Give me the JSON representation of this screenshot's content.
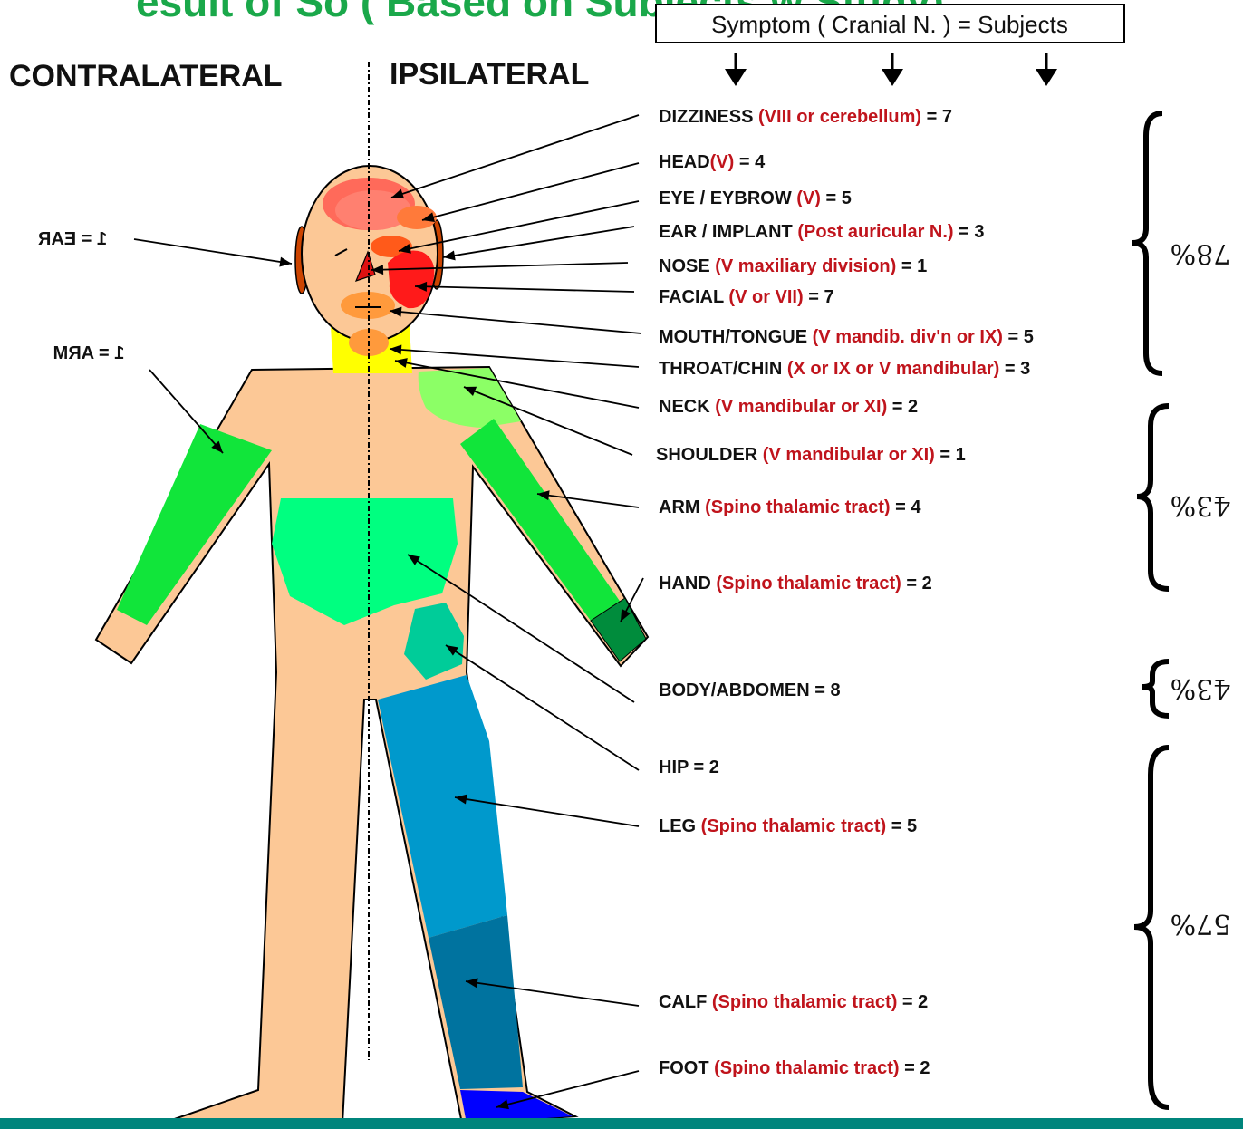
{
  "title_fragment": "esult of So ( Based on Subjects w  Study)",
  "legend_box": "Symptom ( Cranial N. ) =  Subjects",
  "sides": {
    "contralateral": "CONTRALATERAL",
    "ipsilateral": "IPSILATERAL"
  },
  "mirrored_labels": {
    "ear": "1 = EAR",
    "arm": "1 = ARM"
  },
  "labels": [
    {
      "name": "DIZZINESS",
      "nerve": "(VIII or cerebellum)",
      "count": "= 7"
    },
    {
      "name": "HEAD",
      "nerve": "(V)",
      "count": "= 4"
    },
    {
      "name": "EYE / EYBROW",
      "nerve": "(V)",
      "count": "= 5"
    },
    {
      "name": "EAR / IMPLANT",
      "nerve": "(Post auricular N.)",
      "count": "= 3"
    },
    {
      "name": "NOSE",
      "nerve": "(V maxiliary division)",
      "count": "= 1"
    },
    {
      "name": "FACIAL",
      "nerve": "(V or VII)",
      "count": "= 7"
    },
    {
      "name": "MOUTH/TONGUE",
      "nerve": "(V mandib. div'n or IX)",
      "count": "= 5"
    },
    {
      "name": "THROAT/CHIN",
      "nerve": "(X or IX or V mandibular)",
      "count": "= 3"
    },
    {
      "name": "NECK",
      "nerve": "(V mandibular or XI)",
      "count": "= 2"
    },
    {
      "name": "SHOULDER",
      "nerve": "(V mandibular or XI)",
      "count": "= 1"
    },
    {
      "name": "ARM",
      "nerve": "(Spino thalamic tract)",
      "count": "=  4"
    },
    {
      "name": "HAND",
      "nerve": "(Spino thalamic tract)",
      "count": "= 2"
    },
    {
      "name": "BODY/ABDOMEN",
      "nerve": "",
      "count": "= 8"
    },
    {
      "name": "HIP",
      "nerve": "",
      "count": "= 2"
    },
    {
      "name": "LEG",
      "nerve": "(Spino thalamic tract)",
      "count": "= 5"
    },
    {
      "name": "CALF",
      "nerve": "(Spino thalamic tract)",
      "count": "= 2"
    },
    {
      "name": "FOOT",
      "nerve": "(Spino thalamic tract)",
      "count": "= 2"
    }
  ],
  "percent_groups": [
    "78%",
    "43%",
    "43%",
    "57%"
  ],
  "colors": {
    "skin": "#fcc896",
    "neck": "#ffff00",
    "head_red": "#ff6a5a",
    "face_red": "#ff1a1a",
    "orange": "#ff9a3c",
    "green_arm": "#11e53a",
    "shoulder_green": "#8cff66",
    "chest": "#00ff80",
    "hip": "#00cc99",
    "hand": "#008c3c",
    "leg": "#0099cc",
    "calf": "#00739f",
    "foot": "#0000ff",
    "nerve_text": "#c0141c",
    "footer_bar": "#00857c"
  }
}
